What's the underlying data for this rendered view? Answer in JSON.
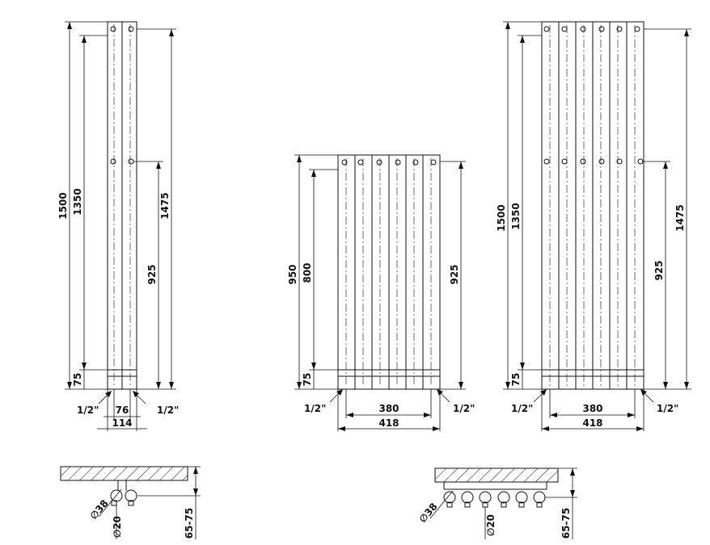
{
  "drawing": {
    "left": {
      "height_total": "1500",
      "height_centers": "1350",
      "height_side": "1475",
      "height_connection": "925",
      "bottom_offset": "75",
      "inlet_left": "1/2\"",
      "inlet_right": "1/2\"",
      "tube_pitch": "76",
      "width_total": "114"
    },
    "middle": {
      "height_total": "950",
      "height_centers": "800",
      "height_connection": "925",
      "bottom_offset": "75",
      "inlet_left": "1/2\"",
      "inlet_right": "1/2\"",
      "width_centers": "380",
      "width_total": "418"
    },
    "right": {
      "height_total": "1500",
      "height_centers": "1350",
      "height_side": "1475",
      "height_connection": "925",
      "bottom_offset": "75",
      "inlet_left": "1/2\"",
      "inlet_right": "1/2\"",
      "width_centers": "380",
      "width_total": "418"
    },
    "section_left": {
      "tube_diameter": "∅38",
      "pipe_diameter": "∅20",
      "wall_distance": "65-75"
    },
    "section_right": {
      "tube_diameter": "∅38",
      "pipe_diameter": "∅20",
      "wall_distance": "65-75"
    }
  }
}
